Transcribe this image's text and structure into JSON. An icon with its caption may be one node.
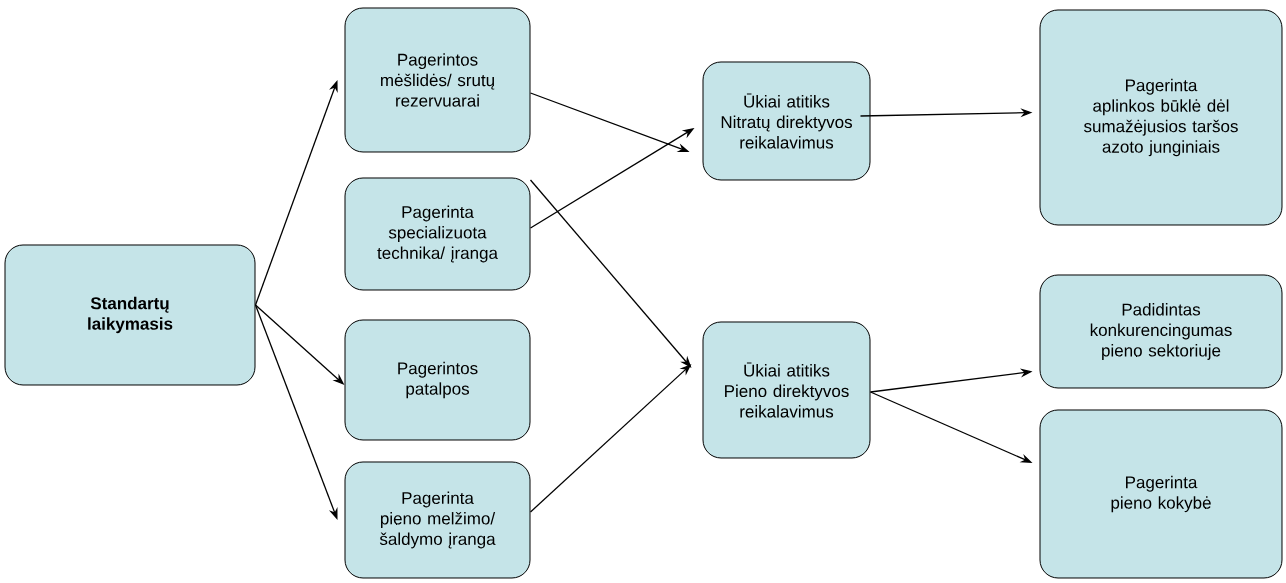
{
  "diagram": {
    "nodes": [
      {
        "text": [
          "Standartų laikymasis"
        ]
      },
      {
        "text": [
          "Pagerintos mėšlidės/ srutų rezervuarai"
        ]
      },
      {
        "text": [
          "Pagerinta specializuota technika/ įranga"
        ]
      },
      {
        "text": [
          "Pagerintos patalpos"
        ]
      },
      {
        "text": [
          "Pagerinta pieno melžimo/ šaldymo įranga"
        ]
      },
      {
        "text": [
          "Ūkiai atitiks Nitratų direktyvos reikalavimus"
        ]
      },
      {
        "text": [
          "Ūkiai atitiks Pieno direktyvos reikalavimus"
        ]
      },
      {
        "text": [
          "Pagerinta aplinkos būklė dėl sumažėjusios taršos azoto junginiais"
        ]
      },
      {
        "text": [
          "Padidintas konkurencingumas pieno sektoriuje"
        ]
      },
      {
        "text": [
          "Pagerinta pieno kokybė"
        ]
      }
    ],
    "edges": [
      {
        "from": 0,
        "to": 1,
        "arrow": "to"
      },
      {
        "from": 0,
        "to": 3,
        "arrow": "to"
      },
      {
        "from": 0,
        "to": 4,
        "arrow": "to"
      },
      {
        "from": 1,
        "to": 5,
        "arrow": "to"
      },
      {
        "from": 2,
        "to": 5,
        "arrow": "to"
      },
      {
        "from": 2,
        "to": 6,
        "arrow": "to"
      },
      {
        "from": 4,
        "to": 6,
        "arrow": "to"
      },
      {
        "from": 5,
        "to": 7,
        "arrow": "to"
      },
      {
        "from": 6,
        "to": 8,
        "arrow": "to"
      },
      {
        "from": 6,
        "to": 9,
        "arrow": "to"
      }
    ]
  }
}
